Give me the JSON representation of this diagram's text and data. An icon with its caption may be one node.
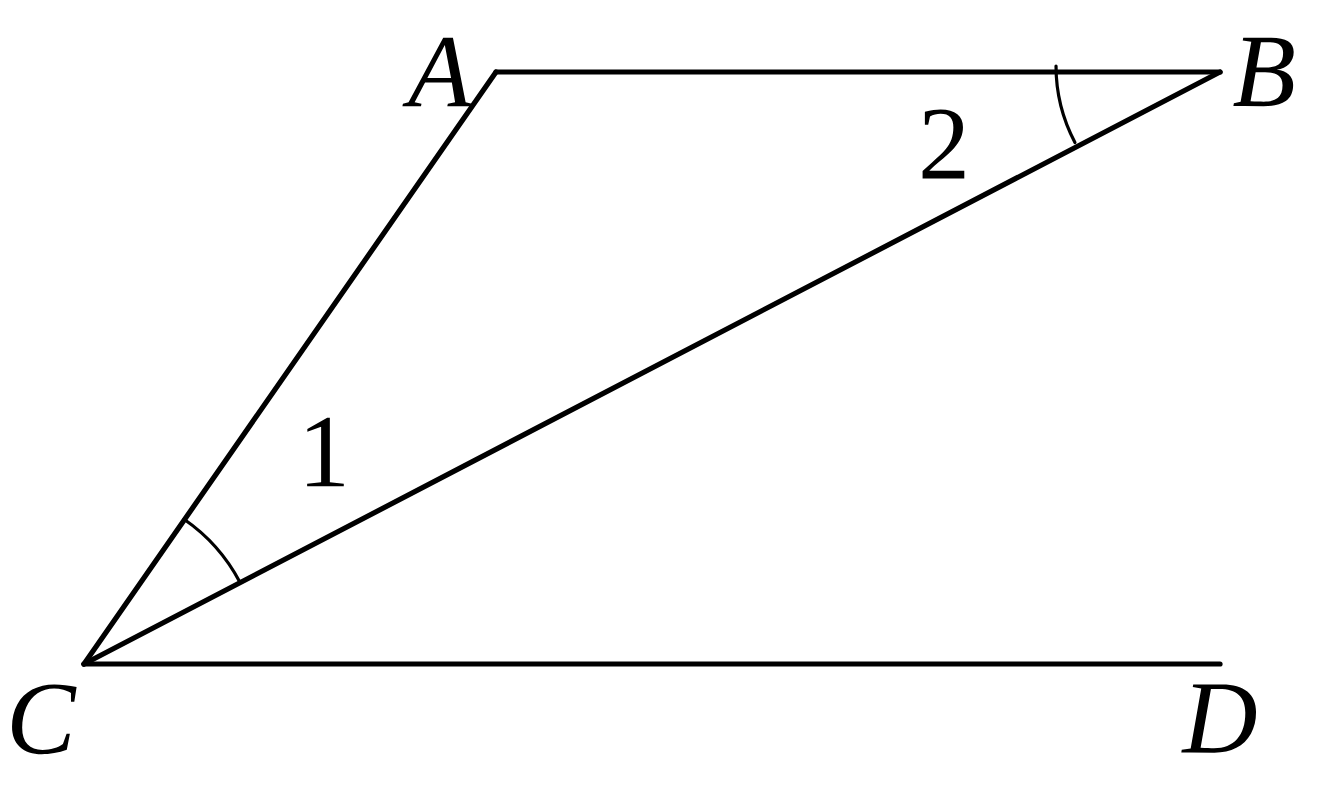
{
  "diagram": {
    "nodes": [
      {
        "text": [
          "A"
        ]
      },
      {
        "text": [
          "B"
        ]
      },
      {
        "text": [
          "C"
        ]
      },
      {
        "text": [
          "D"
        ]
      }
    ],
    "edges": [
      {
        "from": 0,
        "to": 1,
        "arrow": "none"
      },
      {
        "from": 0,
        "to": 2,
        "arrow": "none"
      },
      {
        "from": 1,
        "to": 2,
        "arrow": "none"
      },
      {
        "from": 2,
        "to": 3,
        "arrow": "none"
      }
    ],
    "labels": [
      "2",
      "1"
    ]
  }
}
